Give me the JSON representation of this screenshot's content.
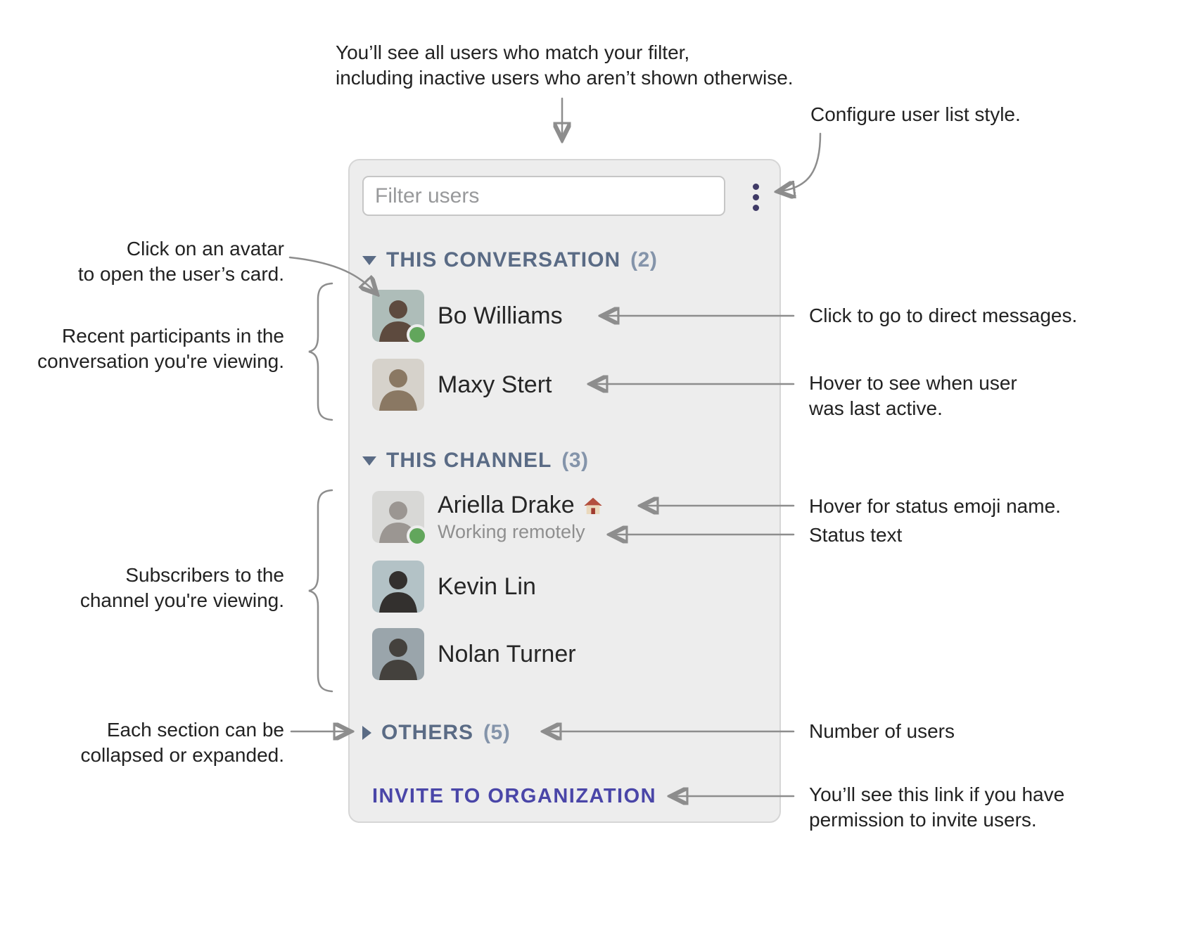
{
  "annotations": {
    "filter_note": {
      "line1": "You’ll see all users who match your filter,",
      "line2": "including inactive users who aren’t shown otherwise."
    },
    "configure": "Configure user list style.",
    "avatar_note": {
      "line1": "Click on an avatar",
      "line2": "to open the user’s card."
    },
    "participants_note": {
      "line1": "Recent participants in the",
      "line2": "conversation you're viewing."
    },
    "dm_note": "Click to go to direct messages.",
    "last_active_note": {
      "line1": "Hover to see when user",
      "line2": "was last active."
    },
    "emoji_note": "Hover for status emoji name.",
    "status_note": "Status text",
    "subscribers_note": {
      "line1": "Subscribers to the",
      "line2": "channel you're viewing."
    },
    "collapse_note": {
      "line1": "Each section can be",
      "line2": "collapsed or expanded."
    },
    "count_note": "Number of users",
    "invite_note": {
      "line1": "You’ll see this link if you have",
      "line2": "permission to invite users."
    }
  },
  "panel": {
    "filter_placeholder": "Filter users",
    "options_icon": "vertical-ellipsis",
    "sections": [
      {
        "label": "THIS CONVERSATION",
        "count": "(2)",
        "state": "expanded",
        "users": [
          {
            "name": "Bo Williams",
            "online": true
          },
          {
            "name": "Maxy Stert",
            "online": false
          }
        ]
      },
      {
        "label": "THIS CHANNEL",
        "count": "(3)",
        "state": "expanded",
        "users": [
          {
            "name": "Ariella Drake",
            "status_emoji": "🏠",
            "status_emoji_name": "house",
            "status_text": "Working remotely",
            "online": true
          },
          {
            "name": "Kevin Lin",
            "online": false
          },
          {
            "name": "Nolan Turner",
            "online": false
          }
        ]
      },
      {
        "label": "OTHERS",
        "count": "(5)",
        "state": "collapsed",
        "users": []
      }
    ],
    "invite_link": "INVITE TO ORGANIZATION"
  },
  "colors": {
    "panel_background": "#ededed",
    "section_header": "#5a6b85",
    "section_count": "#8494aa",
    "invite_link": "#4a46a8",
    "options_icon": "#3f3a66",
    "presence_online": "#62a65c",
    "status_text": "#8f8f8f",
    "connector": "#8d8d8d"
  }
}
